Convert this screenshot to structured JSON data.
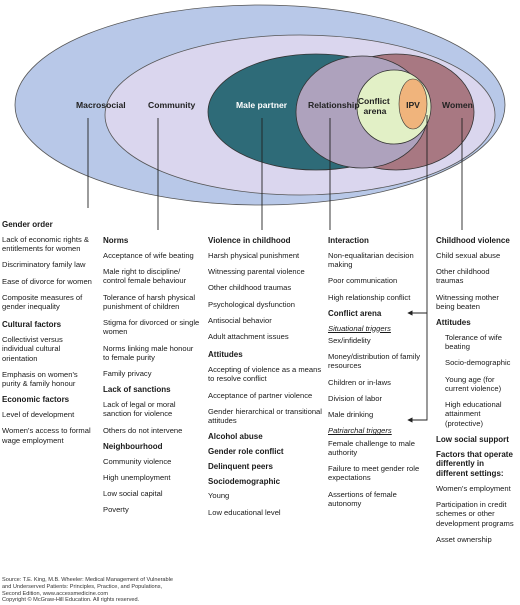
{
  "rings": {
    "macrosocial": "Macrosocial",
    "community": "Community",
    "male_partner": "Male partner",
    "relationship": "Relationship",
    "conflict_arena": "Conflict arena",
    "ipv": "IPV",
    "women": "Women"
  },
  "colors": {
    "macrosocial": "#b8c8e8",
    "community": "#dad6ee",
    "male_partner": "#2e6b78",
    "relationship": "#aea2bd",
    "conflict_arena": "#e2f0c6",
    "ipv": "#f0b47c",
    "women": "#a87882"
  },
  "columns": {
    "macrosocial": {
      "h1": "Gender order",
      "i1": "Lack of economic rights & entitlements for women",
      "i2": "Discriminatory family law",
      "i3": "Ease of divorce for women",
      "i4": "Composite measures of gender inequality",
      "h2": "Cultural factors",
      "i5": "Collectivist versus individual cultural orientation",
      "i6": "Emphasis on women's purity & family honour",
      "h3": "Economic factors",
      "i7": "Level of development",
      "i8": "Women's access to formal wage employment"
    },
    "community": {
      "h1": "Norms",
      "i1": "Acceptance of wife beating",
      "i2": "Male right to discipline/ control female behaviour",
      "i3": "Tolerance of harsh physical punishment of children",
      "i4": "Stigma  for divorced or single women",
      "i5": "Norms linking male honour to female purity",
      "i6": "Family privacy",
      "h2": "Lack of sanctions",
      "i7": "Lack of legal or moral sanction for violence",
      "i8": "Others do not intervene",
      "h3": "Neighbourhood",
      "i9": "Community violence",
      "i10": "High unemployment",
      "i11": "Low social capital",
      "i12": "Poverty"
    },
    "male_partner": {
      "h1": "Violence in childhood",
      "i1": "Harsh physical punishment",
      "i2": "Witnessing parental violence",
      "i3": "Other childhood traumas",
      "i4": "Psychological dysfunction",
      "i5": "Antisocial behavior",
      "i6": "Adult attachment issues",
      "h2": "Attitudes",
      "i7": "Accepting of violence as a means to resolve conflict",
      "i8": "Acceptance of partner violence",
      "i9": "Gender hierarchical or transitional attitudes",
      "h3": "Alcohol abuse",
      "h4": "Gender role conflict",
      "h5": "Delinquent peers",
      "h6": "Sociodemographic",
      "i10": "Young",
      "i11": "Low educational level"
    },
    "relationship": {
      "h1": "Interaction",
      "i1": "Non-equalitarian decision making",
      "i2": "Poor communication",
      "i3": "High relationship conflict",
      "h2": "Conflict arena",
      "t1": "Situational triggers",
      "i4": "Sex/infidelity",
      "i5": "Money/distribution of family resources",
      "i6": "Children or in-laws",
      "i7": "Division of labor",
      "i8": "Male drinking",
      "t2": "Patriarchal triggers",
      "i9": "Female challenge to male authority",
      "i10": "Failure to meet gender role expectations",
      "i11": "Assertions of female autonomy"
    },
    "women": {
      "h1": "Childhood violence",
      "i1": "Child sexual abuse",
      "i2": "Other childhood traumas",
      "i3": "Witnessing mother being beaten",
      "h2": "Attitudes",
      "i4": "Tolerance of wife beating",
      "i5": "Socio-demographic",
      "i6": "Young age (for current violence)",
      "i7": "High educational attainment (protective)",
      "h3": "Low social support",
      "h4": "Factors that operate differently in different settings:",
      "i8": "Women's employment",
      "i9": "Participation in credit schemes or other development programs",
      "i10": "Asset ownership"
    }
  },
  "source": {
    "line1": "Source: T.E. King, M.B. Wheeler: Medical Management of Vulnerable",
    "line2": "and Underserved Patients: Principles, Practice, and Populations,",
    "line3": "Second Edition, www.accessmedicine.com",
    "line4": "Copyright © McGraw-Hill Education. All rights reserved."
  }
}
